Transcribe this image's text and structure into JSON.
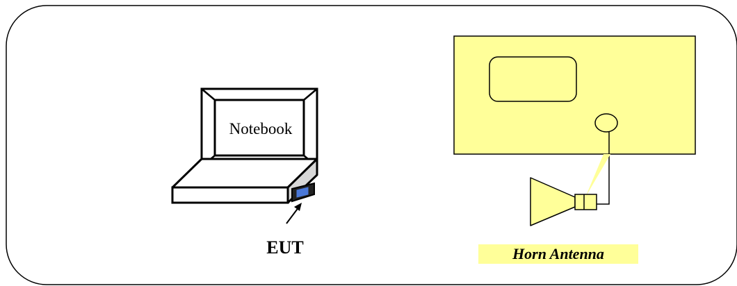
{
  "labels": {
    "notebook": "Notebook",
    "eut": "EUT",
    "horn_antenna": "Horn Antenna"
  },
  "colors": {
    "equipment_fill": "#FFFF99",
    "usb_dongle_fill": "#4A78D8",
    "laptop_base_shade": "#D8D8D8",
    "outline": "#000000"
  }
}
